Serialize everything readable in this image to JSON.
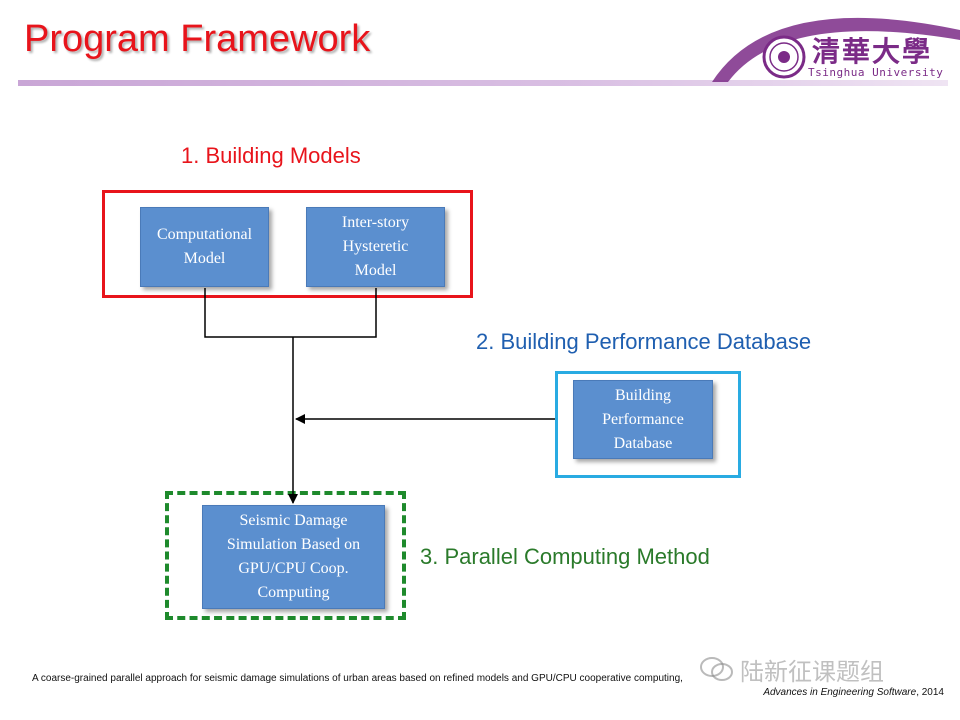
{
  "slide": {
    "title": "Program Framework"
  },
  "logo": {
    "name_zh": "清華大學",
    "name_en": "Tsinghua University"
  },
  "sections": {
    "models": "1. Building Models",
    "database": "2. Building Performance Database",
    "computing": "3. Parallel Computing Method"
  },
  "nodes": {
    "computational": [
      "Computational",
      "Model"
    ],
    "hysteretic": [
      "Inter-story",
      "Hysteretic",
      "Model"
    ],
    "database": [
      "Building",
      "Performance",
      "Database"
    ],
    "seismic": [
      "Seismic Damage",
      "Simulation Based on",
      "GPU/CPU Coop.",
      "Computing"
    ]
  },
  "colors": {
    "title_red": "#e8141b",
    "models_frame": "#e8141b",
    "database_frame": "#29abe2",
    "computing_frame": "#1e8a2c",
    "node_fill": "#5b8fcf",
    "brand_purple": "#7b2b87"
  },
  "footer": {
    "citation_text": "A coarse-grained parallel approach for seismic damage simulations of urban areas based on refined models and GPU/CPU cooperative computing,",
    "journal": "Advances in Engineering Software",
    "year": ", 2014"
  },
  "watermark": {
    "text": "陆新征课题组",
    "icon": "wechat-icon"
  }
}
